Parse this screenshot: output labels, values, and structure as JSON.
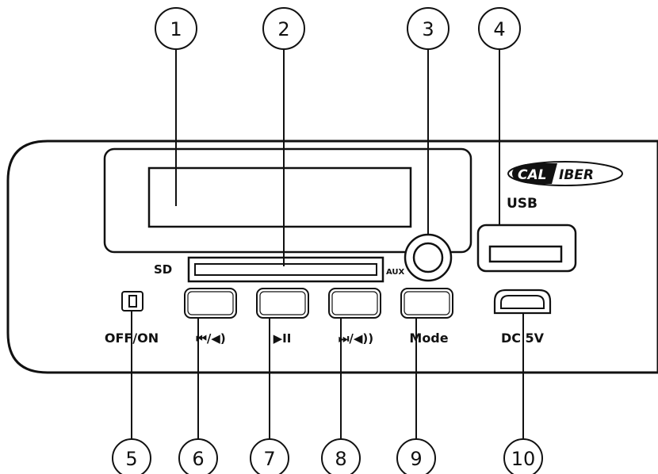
{
  "brand": {
    "left": "CAL",
    "right": "IBER"
  },
  "labels": {
    "sd": "SD",
    "aux": "AUX",
    "usb": "USB",
    "power": "OFF/ON",
    "prev": "⏮/◀)",
    "play": "▶II",
    "next": "⏭/◀))",
    "mode": "Mode",
    "dc": "DC 5V"
  },
  "callouts": [
    "1",
    "2",
    "3",
    "4",
    "5",
    "6",
    "7",
    "8",
    "9",
    "10"
  ]
}
